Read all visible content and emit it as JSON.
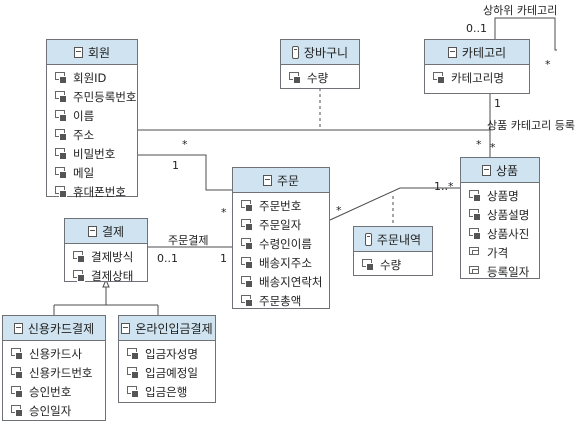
{
  "classes": {
    "member": {
      "name": "회원",
      "attributes": [
        "회원ID",
        "주민등록번호",
        "이름",
        "주소",
        "비밀번호",
        "메일",
        "휴대폰번호"
      ]
    },
    "cart": {
      "name": "장바구니",
      "attributes": [
        "수량"
      ]
    },
    "category": {
      "name": "카테고리",
      "attributes": [
        "카테고리명"
      ]
    },
    "order": {
      "name": "주문",
      "attributes": [
        "주문번호",
        "주문일자",
        "수령인이름",
        "배송지주소",
        "배송지연락처",
        "주문총액"
      ]
    },
    "payment": {
      "name": "결제",
      "attributes": [
        "결제방식",
        "결제상태"
      ]
    },
    "orderitem": {
      "name": "주문내역",
      "attributes": [
        "수량"
      ]
    },
    "product": {
      "name": "상품",
      "attributes": [
        "상품명",
        "상품설명",
        "상품사진",
        "가격",
        "등록일자"
      ]
    },
    "cardpay": {
      "name": "신용카드결제",
      "attributes": [
        "신용카드사",
        "신용카드번호",
        "승인번호",
        "승인일자"
      ]
    },
    "bankpay": {
      "name": "온라인입금결제",
      "attributes": [
        "입금자성명",
        "입금예정일",
        "입금은행"
      ]
    }
  },
  "labels": {
    "category_self": "상하위 카테고리",
    "category_self_mult": "0..1",
    "category_self_many": "*",
    "category_product_one": "1",
    "category_product_assoc": "상품 카테고리 등록",
    "category_product_many": "*",
    "member_product_many": "*",
    "product_member_many": "*",
    "member_order_one": "1",
    "member_order_many": "*",
    "order_product_many": "*",
    "product_order_many": "1..*",
    "payment_assoc": "주문결제",
    "payment_mult": "0..1",
    "order_payment_one": "1"
  }
}
